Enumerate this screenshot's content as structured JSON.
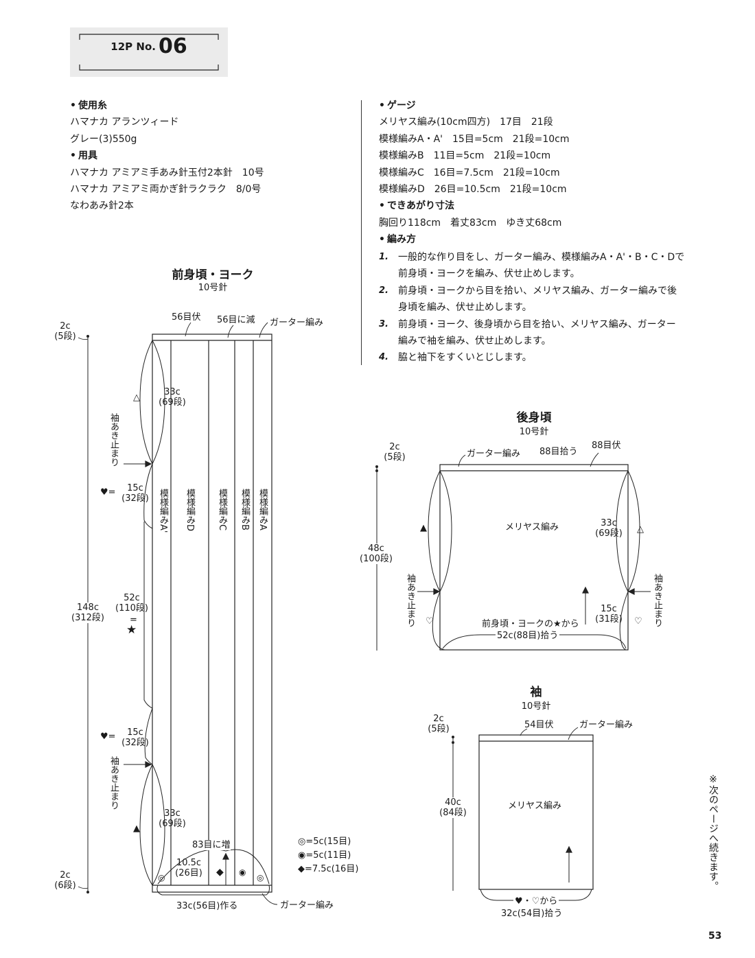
{
  "header": {
    "page_ref": "12P No.",
    "number": "06"
  },
  "materials": {
    "yarn_head": "使用糸",
    "yarn_lines": [
      "ハマナカ アランツィード",
      "グレー(3)550g"
    ],
    "tools_head": "用具",
    "tools_lines": [
      "ハマナカ アミアミ手あみ針玉付2本針　10号",
      "ハマナカ アミアミ両かぎ針ラクラク　8/0号",
      "なわあみ針2本"
    ]
  },
  "gauge": {
    "head": "ゲージ",
    "lines": [
      "メリヤス編み(10cm四方)　17目　21段",
      "模様編みA・A'　15目=5cm　21段=10cm",
      "模様編みB　11目=5cm　21段=10cm",
      "模様編みC　16目=7.5cm　21段=10cm",
      "模様編みD　26目=10.5cm　21段=10cm"
    ]
  },
  "size": {
    "head": "できあがり寸法",
    "line": "胸回り118cm　着丈83cm　ゆき丈68cm"
  },
  "method": {
    "head": "編み方",
    "steps": [
      {
        "num": "1.",
        "lines": [
          "一般的な作り目をし、ガーター編み、模様編みA・A'・B・C・Dで",
          "前身頃・ヨークを編み、伏せ止めします。"
        ]
      },
      {
        "num": "2.",
        "lines": [
          "前身頃・ヨークから目を拾い、メリヤス編み、ガーター編みで後",
          "身頃を編み、伏せ止めします。"
        ]
      },
      {
        "num": "3.",
        "lines": [
          "前身頃・ヨーク、後身頃から目を拾い、メリヤス編み、ガーター",
          "編みで袖を編み、伏せ止めします。"
        ]
      },
      {
        "num": "4.",
        "lines": [
          "脇と袖下をすくいとじします。"
        ]
      }
    ]
  },
  "front": {
    "title": "前身頃・ヨーク",
    "needle": "10号針",
    "top_bindoff": "56目伏",
    "top_decrease": "56目に減",
    "garter_top": "ガーター編み",
    "dim_2c_top": [
      "2c",
      "(5段)"
    ],
    "dim_33c_top": [
      "33c",
      "(69段)"
    ],
    "sleeve_open": "袖あき止まり",
    "heart_eq": "♥=",
    "dim_15c": [
      "15c",
      "(32段)"
    ],
    "dim_52c": [
      "52c",
      "(110段)"
    ],
    "eq_mark": "=",
    "star": "★",
    "dim_148c": [
      "148c",
      "(312段)"
    ],
    "dim_33c_bottom": [
      "33c",
      "(69段)"
    ],
    "dim_2c_bottom": [
      "2c",
      "(6段)"
    ],
    "dim_10_5c": [
      "10.5c",
      "(26目)"
    ],
    "increase": "83目に増",
    "cast_on": "33c(56目)作る",
    "garter_bottom": "ガーター編み",
    "triangle_open": "△",
    "triangle_filled": "▲",
    "diamond": "◆",
    "double_circle": "◎",
    "fisheye": "◉",
    "patterns": [
      "模様編みA'",
      "模様編みD",
      "模様編みC",
      "模様編みB",
      "模様編みA"
    ],
    "legend": [
      "◎=5c(15目)",
      "◉=5c(11目)",
      "◆=7.5c(16目)"
    ]
  },
  "back": {
    "title": "後身頃",
    "needle": "10号針",
    "garter": "ガーター編み",
    "pickup_88": "88目拾う",
    "bindoff_88": "88目伏",
    "dim_2c": [
      "2c",
      "(5段)"
    ],
    "dim_48c": [
      "48c",
      "(100段)"
    ],
    "stockinette": "メリヤス編み",
    "dim_33c": [
      "33c",
      "(69段)"
    ],
    "dim_15c": [
      "15c",
      "(31段)"
    ],
    "sleeve_open_left": "袖あき止まり",
    "sleeve_open_right": "袖あき止まり",
    "from_front": "前身頃・ヨークの★から",
    "pickup_52c": "52c(88目)拾う",
    "triangle_filled": "▲",
    "triangle_open": "△",
    "heart_open": "♡"
  },
  "sleeve": {
    "title": "袖",
    "needle": "10号針",
    "bindoff_54": "54目伏",
    "garter": "ガーター編み",
    "dim_2c": [
      "2c",
      "(5段)"
    ],
    "dim_40c": [
      "40c",
      "(84段)"
    ],
    "stockinette": "メリヤス編み",
    "from_hearts": "♥・♡から",
    "pickup_32c": "32c(54目)拾う"
  },
  "note": "※次のページへ続きます。",
  "page_number": "53"
}
